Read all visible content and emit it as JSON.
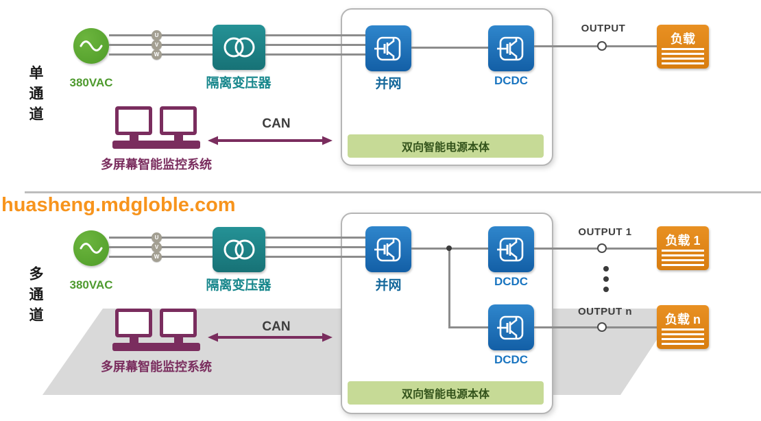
{
  "watermark": "huasheng.mdgloble.com",
  "colors": {
    "source_green": "#55a630",
    "transformer_teal": "#1d868a",
    "converter_blue": "#1c72bd",
    "load_orange": "#e08619",
    "monitor_plum": "#7a2d5e",
    "body_bar_green": "#c6da96",
    "body_text_green": "#33531b",
    "watermark_orange": "#f7941d",
    "wire_gray": "#8c8c8c"
  },
  "icons": {
    "ac_source": "sine-wave-icon",
    "transformer": "double-coil-icon",
    "converter": "igbt-module-icon",
    "monitor": "dual-monitor-icon",
    "output_node": "terminal-circle-icon",
    "can_arrow": "double-headed-arrow-icon"
  },
  "single": {
    "side_label": "单通道",
    "source_label": "380VAC",
    "phases": [
      "U",
      "V",
      "W"
    ],
    "transformer_label": "隔离变压器",
    "grid_label": "并网",
    "dcdc_label": "DCDC",
    "output_label": "OUTPUT",
    "load_label": "负载",
    "monitor_label": "多屏幕智能监控系统",
    "can_label": "CAN",
    "body_label": "双向智能电源本体"
  },
  "multi": {
    "side_label": "多通道",
    "source_label": "380VAC",
    "phases": [
      "U",
      "V",
      "W"
    ],
    "transformer_label": "隔离变压器",
    "grid_label": "并网",
    "dcdc_top_label": "DCDC",
    "dcdc_bottom_label": "DCDC",
    "output_top_label": "OUTPUT 1",
    "output_bottom_label": "OUTPUT n",
    "load_top_label": "负载 1",
    "load_bottom_label": "负载 n",
    "monitor_label": "多屏幕智能监控系统",
    "can_label": "CAN",
    "body_label": "双向智能电源本体"
  }
}
